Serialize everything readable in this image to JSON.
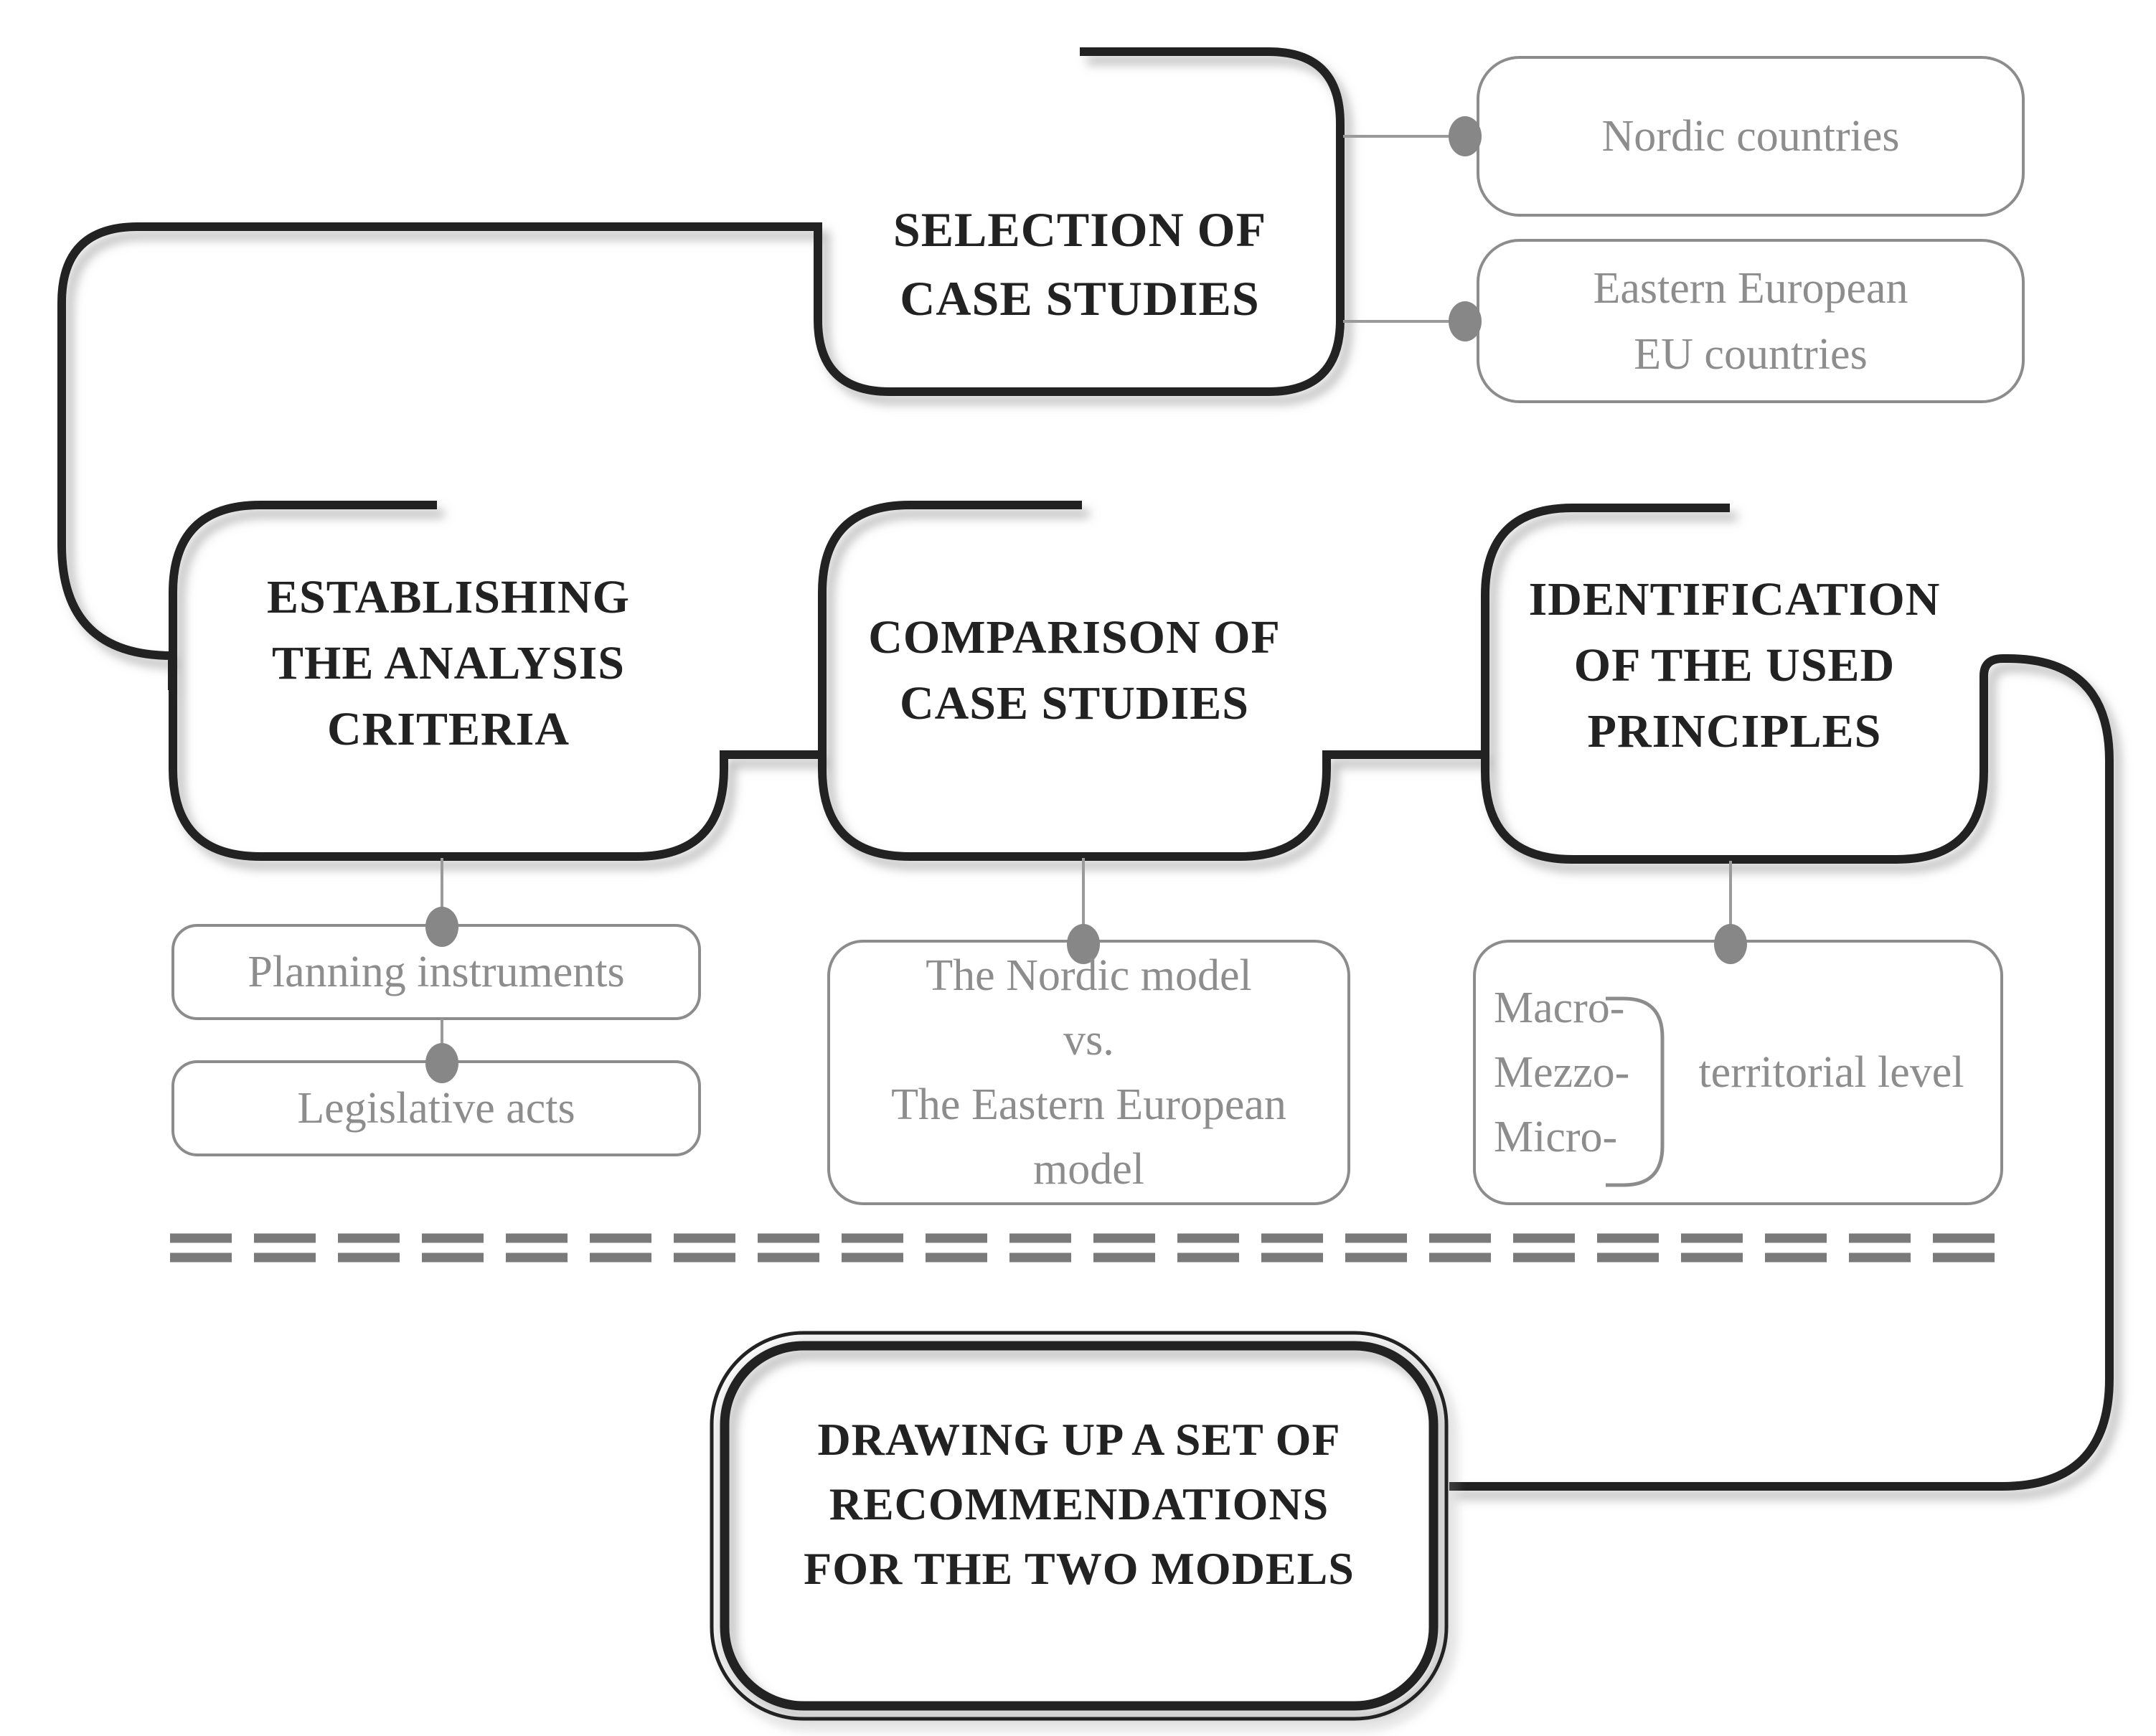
{
  "diagram": {
    "background": "#ffffff",
    "colors": {
      "dark_line": "#242424",
      "title_text": "#222222",
      "gray_border": "#8c8c8c",
      "gray_text": "#8d8d8d",
      "dot_fill": "#878787",
      "divider": "#7a7a7a",
      "shadow": "#8f8f8f"
    },
    "nodes": {
      "selection": {
        "lines": [
          "SELECTION OF",
          "CASE STUDIES"
        ]
      },
      "nordic": {
        "lines": [
          "Nordic countries"
        ]
      },
      "eastern": {
        "lines": [
          "Eastern European",
          "EU countries"
        ]
      },
      "establishing": {
        "lines": [
          "ESTABLISHING",
          "THE ANALYSIS",
          "CRITERIA"
        ]
      },
      "comparison": {
        "lines": [
          "COMPARISON OF",
          "CASE STUDIES"
        ]
      },
      "identification": {
        "lines": [
          "IDENTIFICATION",
          "OF THE USED",
          "PRINCIPLES"
        ]
      },
      "planning": {
        "lines": [
          "Planning instruments"
        ]
      },
      "legislative": {
        "lines": [
          "Legislative acts"
        ]
      },
      "models": {
        "lines": [
          "The Nordic model",
          "vs.",
          "The Eastern European",
          "model"
        ]
      },
      "territorial": {
        "prefixes": [
          "Macro-",
          "Mezzo-",
          "Micro-"
        ],
        "label": "territorial level"
      },
      "recommendations": {
        "lines": [
          "DRAWING UP A SET OF",
          "RECOMMENDATIONS",
          "FOR THE TWO MODELS"
        ]
      }
    }
  }
}
